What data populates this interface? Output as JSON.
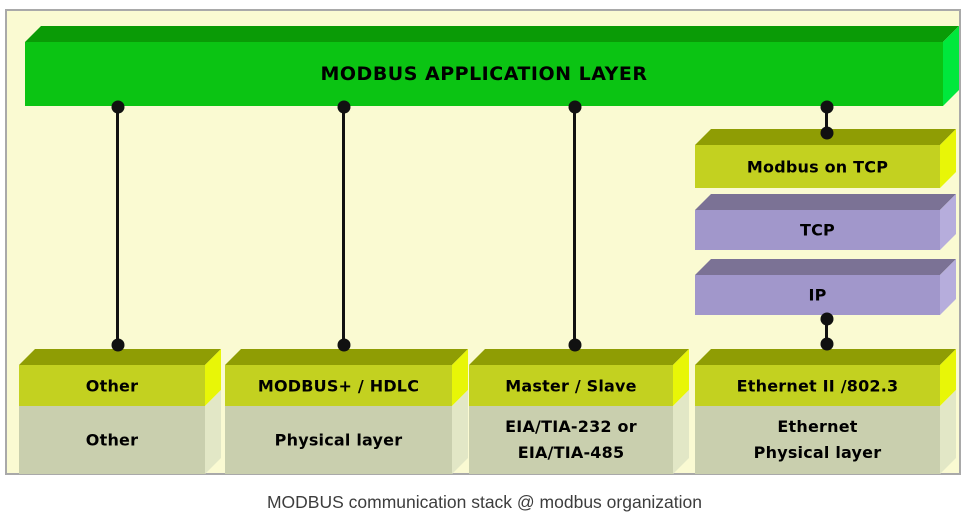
{
  "caption": "MODBUS communication stack @ modbus organization",
  "blocks": {
    "app_layer": "MODBUS APPLICATION LAYER",
    "modbus_on_tcp": "Modbus on TCP",
    "tcp": "TCP",
    "ip": "IP"
  },
  "columns": [
    {
      "top": "Other",
      "bottom1": "Other"
    },
    {
      "top": "MODBUS+ / HDLC",
      "bottom1": "Physical layer"
    },
    {
      "top": "Master / Slave",
      "bottom1": "EIA/TIA-232 or",
      "bottom2": "EIA/TIA-485"
    },
    {
      "top": "Ethernet II /802.3",
      "bottom1": "Ethernet",
      "bottom2": "Physical layer"
    }
  ],
  "colors": {
    "green_front": "#0bc413",
    "green_top": "#0a9b06",
    "green_side": "#00e83c",
    "olive_front": "#c3d120",
    "olive_top": "#8f9d04",
    "olive_side": "#e8f607",
    "purple_front": "#a197cb",
    "purple_top": "#7b7295",
    "purple_side": "#b6addc",
    "gray_front": "#c9cfae",
    "gray_side": "#e2e7c6",
    "panel_bg": "#fafad2",
    "panel_border": "#a9a9a9",
    "connector": "#111111",
    "label_text": "#000000",
    "caption_text": "#3d3d3d"
  }
}
